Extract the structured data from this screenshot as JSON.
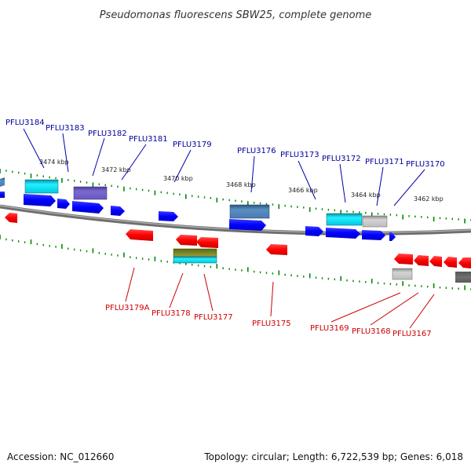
{
  "title": "Pseudomonas fluorescens SBW25, complete genome",
  "accession": "Accession: NC_012660",
  "topology": "Topology: circular; Length: 6,722,539 bp; Genes: 6,018",
  "colors": {
    "forward": "#0000ff",
    "reverse": "#ff0000",
    "label_forward": "#000099",
    "label_reverse": "#cc0000",
    "tick": "#008800",
    "backbone": "#888888"
  },
  "scale_labels": [
    "3474 kbp",
    "3472 kbp",
    "3470 kbp",
    "3468 kbp",
    "3466 kbp",
    "3464 kbp",
    "3462 kbp"
  ],
  "forward_labels": [
    "PFLU3184",
    "PFLU3183",
    "PFLU3182",
    "PFLU3181",
    "PFLU3179",
    "PFLU3176",
    "PFLU3173",
    "PFLU3172",
    "PFLU3171",
    "PFLU3170"
  ],
  "reverse_labels": [
    "PFLU3179A",
    "PFLU3178",
    "PFLU3177",
    "PFLU3175",
    "PFLU3169",
    "PFLU3168",
    "PFLU3167"
  ]
}
